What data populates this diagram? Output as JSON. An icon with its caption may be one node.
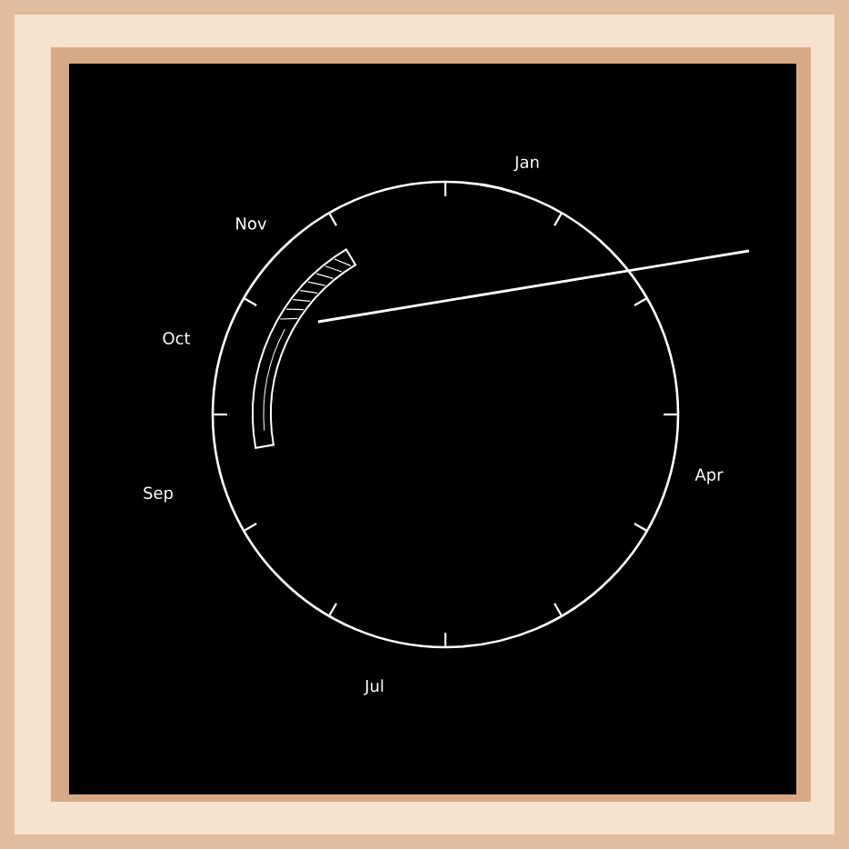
{
  "diagram": {
    "labels": [
      "Jan",
      "Nov",
      "Oct",
      "Sep",
      "Apr",
      "Jul"
    ]
  }
}
